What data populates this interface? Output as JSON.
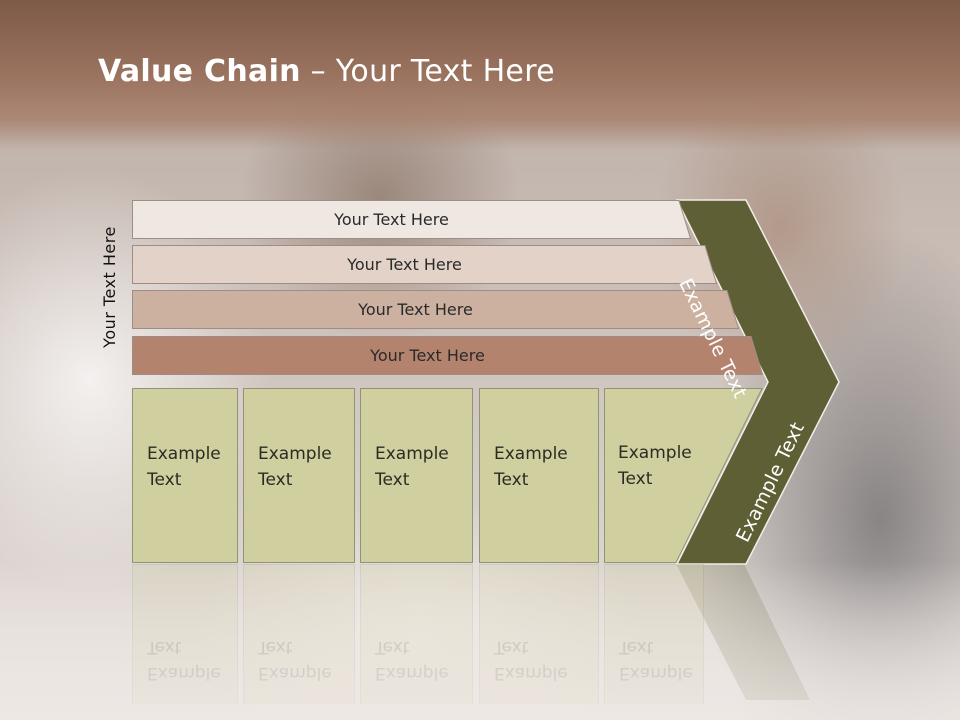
{
  "slide": {
    "title_bold": "Value Chain",
    "title_rest": " – Your Text Here",
    "vertical_label": "Your Text Here"
  },
  "bars": [
    {
      "label": "Your Text Here"
    },
    {
      "label": "Your Text Here"
    },
    {
      "label": "Your Text Here"
    },
    {
      "label": "Your Text Here"
    }
  ],
  "boxes": [
    {
      "label": "Example Text"
    },
    {
      "label": "Example Text"
    },
    {
      "label": "Example Text"
    },
    {
      "label": "Example Text"
    },
    {
      "label": "Example Text"
    }
  ],
  "chevron": {
    "upper_label": "Example Text",
    "lower_label": "Example Text"
  },
  "colors": {
    "bar1": "#efe7e2",
    "bar2": "#e2d2c8",
    "bar3": "#ccb0a0",
    "bar4": "#b4836e",
    "box": "#d0cfa0",
    "chevron": "#5e5f34",
    "title": "#ffffff"
  }
}
